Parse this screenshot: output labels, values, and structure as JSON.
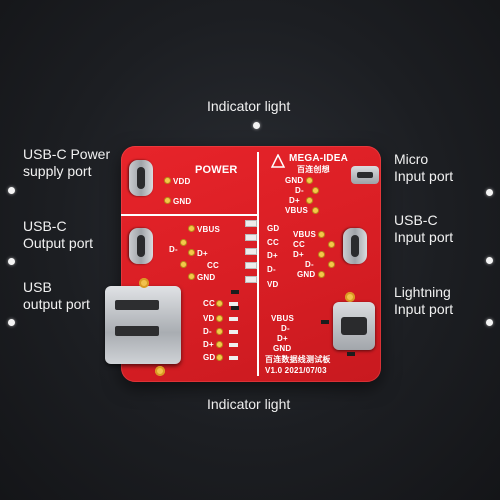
{
  "callouts": {
    "indicator_top": "Indicator light",
    "indicator_bottom": "Indicator light",
    "usbc_power": "USB-C Power\nsupply port",
    "usbc_output": "USB-C\nOutput port",
    "usb_output": "USB\noutput port",
    "micro_input": "Micro\nInput port",
    "usbc_input": "USB-C\nInput port",
    "lightning_input": "Lightning\nInput port"
  },
  "board": {
    "brand": "MEGA-IDEA",
    "brand_cn": "百连创想",
    "power": "POWER",
    "model_cn": "百连数据线测试板",
    "version": "V1.0 2021/07/03",
    "left_power_pins": [
      "VDD",
      "GND"
    ],
    "left_usbc_pins": [
      "VBUS",
      "D-",
      "D+",
      "CC",
      "GND"
    ],
    "left_usb_pins": [
      "CC",
      "VD",
      "D-",
      "D+",
      "GD"
    ],
    "center_pins": [
      "GD",
      "CC",
      "D+",
      "D-",
      "VD"
    ],
    "right_micro_pins": [
      "GND",
      "D-",
      "D+",
      "VBUS"
    ],
    "right_usbc_pins": [
      "VBUS",
      "CC",
      "D+",
      "D-",
      "GND"
    ],
    "right_lightning_pins": [
      "VBUS",
      "D-",
      "D+",
      "GND"
    ]
  },
  "colors": {
    "board_red": "#d81e24",
    "silk_white": "#ffffff",
    "background": "#1c1e22",
    "pad_gold": "#f2c14c"
  }
}
